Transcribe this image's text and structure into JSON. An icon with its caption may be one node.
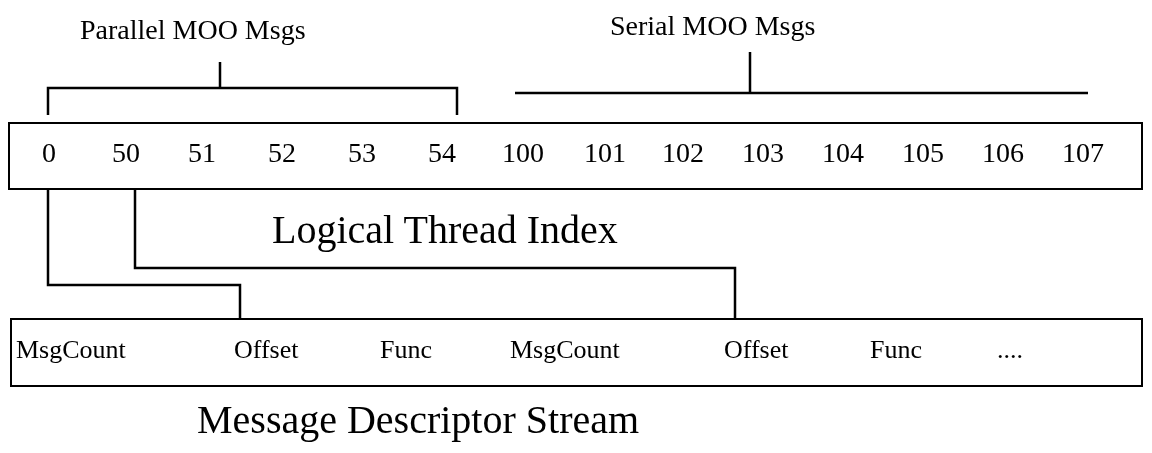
{
  "diagram": {
    "nodes": [
      {
        "text": [
          "Logical Thread Index"
        ]
      },
      {
        "text": [
          "0"
        ],
        "in": 0
      },
      {
        "text": [
          "50"
        ],
        "in": 0
      },
      {
        "text": [
          "51"
        ],
        "in": 0
      },
      {
        "text": [
          "52"
        ],
        "in": 0
      },
      {
        "text": [
          "53"
        ],
        "in": 0
      },
      {
        "text": [
          "54"
        ],
        "in": 0
      },
      {
        "text": [
          "100"
        ],
        "in": 0
      },
      {
        "text": [
          "101"
        ],
        "in": 0
      },
      {
        "text": [
          "102"
        ],
        "in": 0
      },
      {
        "text": [
          "103"
        ],
        "in": 0
      },
      {
        "text": [
          "104"
        ],
        "in": 0
      },
      {
        "text": [
          "105"
        ],
        "in": 0
      },
      {
        "text": [
          "106"
        ],
        "in": 0
      },
      {
        "text": [
          "107"
        ],
        "in": 0
      },
      {
        "text": [
          "Message Descriptor Stream"
        ]
      },
      {
        "text": [
          "MsgCount"
        ],
        "in": 15
      },
      {
        "text": [
          "Offset"
        ],
        "in": 15
      },
      {
        "text": [
          "Func"
        ],
        "in": 15
      },
      {
        "text": [
          "MsgCount"
        ],
        "in": 15
      },
      {
        "text": [
          "Offset"
        ],
        "in": 15
      },
      {
        "text": [
          "Func"
        ],
        "in": 15
      },
      {
        "text": [
          "...."
        ],
        "in": 15
      }
    ],
    "edges": [
      {
        "from": 1,
        "to": 17,
        "arrow": "none"
      },
      {
        "from": 2,
        "to": 20,
        "arrow": "none"
      }
    ],
    "labels": [
      "Parallel MOO Msgs",
      "Serial MOO Msgs"
    ]
  }
}
